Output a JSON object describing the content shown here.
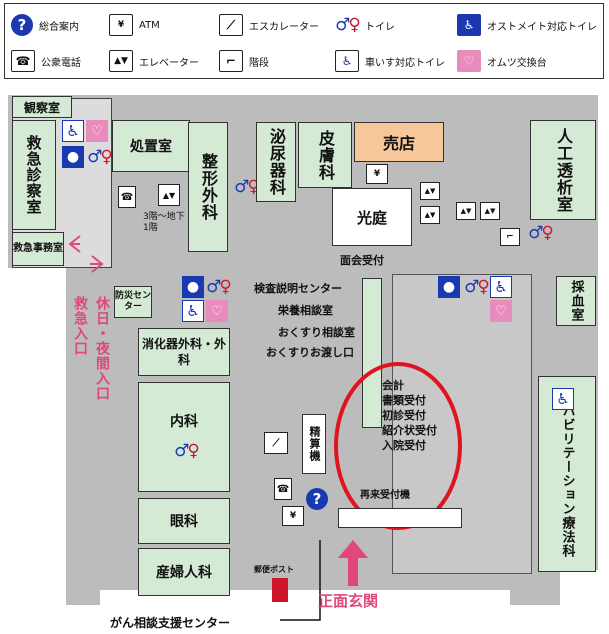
{
  "legend": {
    "items": [
      {
        "icon": "info-icon",
        "label": "総合案内"
      },
      {
        "icon": "atm-icon",
        "label": "ATM"
      },
      {
        "icon": "escalator-icon",
        "label": "エスカレーター"
      },
      {
        "icon": "toilet-icon",
        "label": "トイレ"
      },
      {
        "icon": "ostomy-toilet-icon",
        "label": "オストメイト対応トイレ"
      },
      {
        "icon": "phone-icon",
        "label": "公衆電話"
      },
      {
        "icon": "elevator-icon",
        "label": "エレベーター"
      },
      {
        "icon": "stairs-icon",
        "label": "階段"
      },
      {
        "icon": "accessible-toilet-icon",
        "label": "車いす対応トイレ"
      },
      {
        "icon": "diaper-icon",
        "label": "オムツ交換台"
      }
    ]
  },
  "rooms": {
    "observation": "観察室",
    "emergency_exam": "救急診察室",
    "emergency_office": "救急事務室",
    "treatment": "処置室",
    "orthopedics": "整形外科",
    "urology": "泌尿器科",
    "dermatology": "皮膚科",
    "shop": "売店",
    "courtyard": "光庭",
    "dialysis": "人工透析室",
    "blood_draw": "採血室",
    "rehabilitation": "リハビリテーション療法科",
    "disaster_center": "防災センター",
    "gastro_surgery": "消化器外科・外科",
    "internal_medicine": "内科",
    "ophthalmology": "眼科",
    "obgyn": "産婦人科",
    "cashier_machine": "精算機"
  },
  "labels": {
    "visitor_reception": "面会受付",
    "floors_note": "3階～地下1階",
    "exam_explanation": "検査説明センター",
    "nutrition": "栄養相談室",
    "pharmacy_consult": "おくすり相談室",
    "pharmacy_pickup": "おくすりお渡し口",
    "counter_lines": [
      "会計",
      "書類受付",
      "初診受付",
      "紹介状受付",
      "入院受付"
    ],
    "revisit_reception": "再来受付機",
    "holiday_entrance": "休日・夜間入口",
    "emergency_entrance": "救急入口",
    "main_entrance": "正面玄関",
    "cancer_center": "がん相談支援センター",
    "post_box": "郵便ポスト"
  },
  "colors": {
    "room_fill": "#d5ead5",
    "shop_fill": "#f7c79a",
    "wall": "#bcbcbc",
    "highlight_ring": "#e0141e",
    "entrance_pink": "#e0487a",
    "icon_blue": "#1a39b0"
  }
}
